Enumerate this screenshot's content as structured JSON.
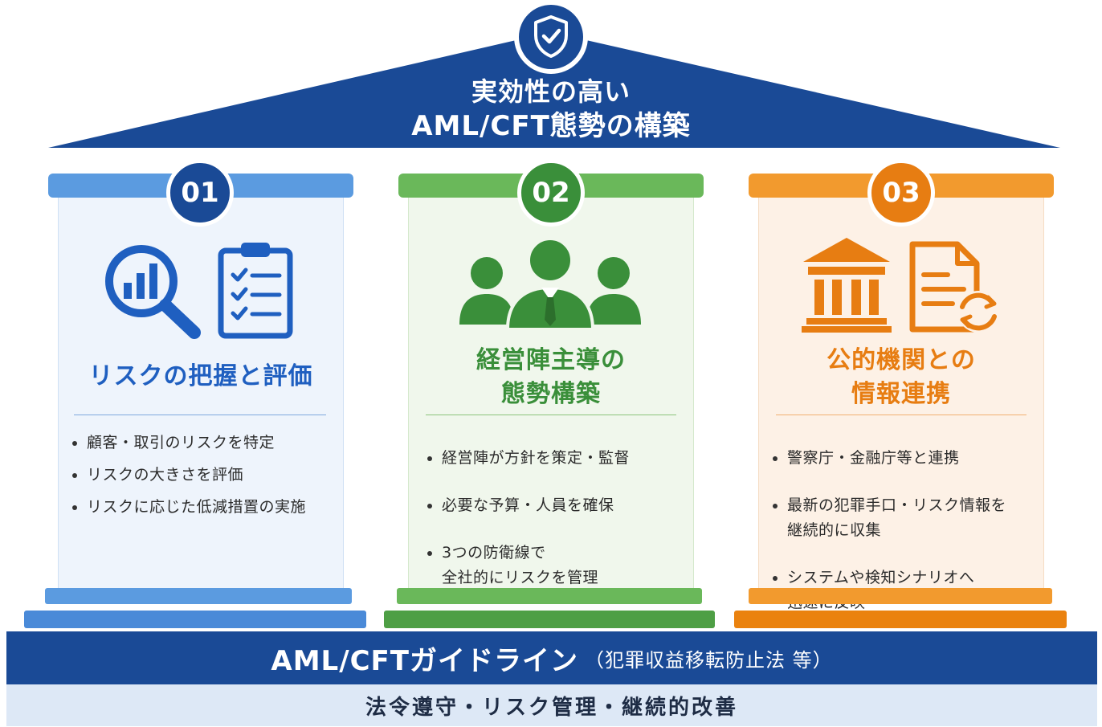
{
  "roof": {
    "title_line1": "実効性の高い",
    "title_line2": "AML/CFT態勢の構築",
    "icon": "shield-check-icon",
    "color": "#1a4a96"
  },
  "pillars": [
    {
      "number": "01",
      "title_lines": [
        "リスクの把握と評価"
      ],
      "bullets": [
        "顧客・取引のリスクを特定",
        "リスクの大きさを評価",
        "リスクに応じた低減措置の実施"
      ],
      "icons": [
        "magnifier-chart-icon",
        "clipboard-checklist-icon"
      ],
      "accent": "#1f5fc0",
      "cap": "#5b9be0",
      "bg": "#eef4fc"
    },
    {
      "number": "02",
      "title_lines": [
        "経営陣主導の",
        "態勢構築"
      ],
      "bullets": [
        "経営陣が方針を策定・監督",
        "必要な予算・人員を確保",
        "3つの防衛線で\n全社的にリスクを管理"
      ],
      "icons": [
        "management-team-icon"
      ],
      "accent": "#3a8f3a",
      "cap": "#6ab85a",
      "bg": "#f0f7ec"
    },
    {
      "number": "03",
      "title_lines": [
        "公的機関との",
        "情報連携"
      ],
      "bullets": [
        "警察庁・金融庁等と連携",
        "最新の犯罪手口・リスク情報を\n継続的に収集",
        "システムや検知シナリオへ\n迅速に反映"
      ],
      "icons": [
        "government-building-icon",
        "document-sync-icon"
      ],
      "accent": "#e77d12",
      "cap": "#f29a2e",
      "bg": "#fdf1e6"
    }
  ],
  "foundation": {
    "main": "AML/CFTガイドライン",
    "sub": "（犯罪収益移転防止法 等）",
    "color": "#1a4a96"
  },
  "base": {
    "text": "法令遵守・リスク管理・継続的改善",
    "color": "#dde8f6"
  }
}
